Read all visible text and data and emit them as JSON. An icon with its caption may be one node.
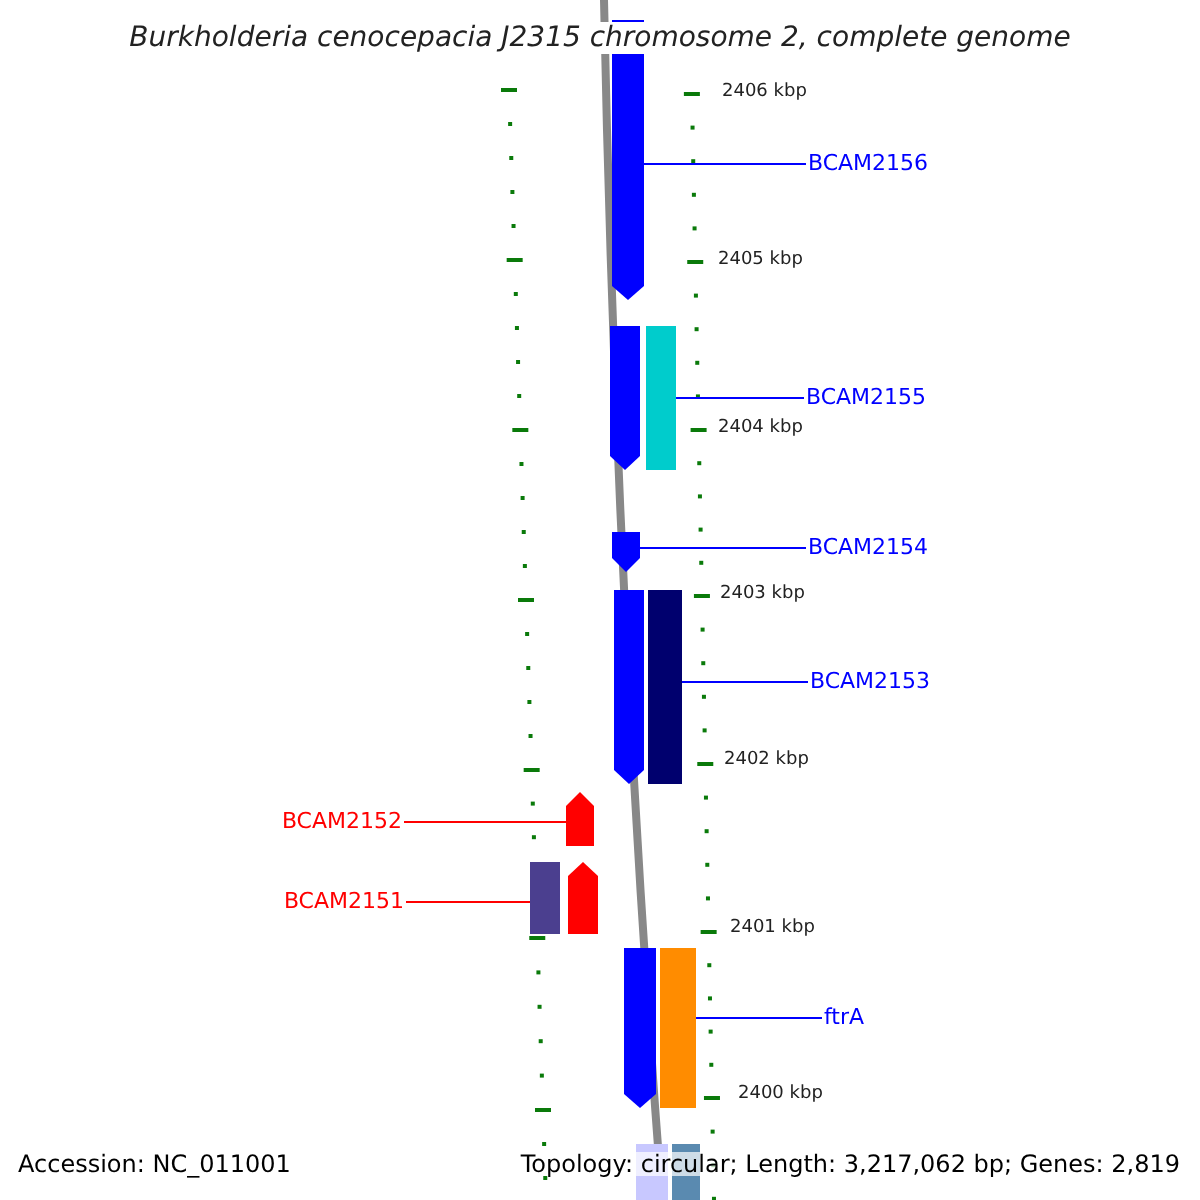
{
  "diagram": {
    "title": "Burkholderia cenocepacia J2315 chromosome 2, complete genome",
    "nodes": [
      {
        "text": [
          "BCAM2156"
        ]
      },
      {
        "text": [
          "BCAM2155"
        ]
      },
      {
        "text": [
          "BCAM2154"
        ]
      },
      {
        "text": [
          "BCAM2153"
        ]
      },
      {
        "text": [
          "BCAM2152"
        ]
      },
      {
        "text": [
          "BCAM2151"
        ]
      },
      {
        "text": [
          "ftrA"
        ]
      },
      {
        "text": [],
        "shape": "bar"
      },
      {
        "text": [],
        "shape": "bar"
      },
      {
        "text": [],
        "shape": "bar"
      },
      {
        "text": [],
        "shape": "bar"
      },
      {
        "text": [],
        "shape": "bar"
      },
      {
        "text": [],
        "shape": "bar"
      },
      {
        "text": [],
        "shape": "bar"
      },
      {
        "text": [],
        "shape": "bar"
      },
      {
        "text": [],
        "shape": "bar"
      },
      {
        "text": [],
        "shape": "bar"
      },
      {
        "text": [],
        "shape": "bar"
      },
      {
        "text": [],
        "shape": "bar"
      },
      {
        "text": [],
        "shape": "bar"
      }
    ],
    "edges": [
      {
        "from": 0,
        "to": 7,
        "arrow": "none"
      },
      {
        "from": 1,
        "to": 9,
        "arrow": "none"
      },
      {
        "from": 2,
        "to": 10,
        "arrow": "none"
      },
      {
        "from": 3,
        "to": 12,
        "arrow": "none"
      },
      {
        "from": 4,
        "to": 13,
        "arrow": "none",
        "color": "#ff0000"
      },
      {
        "from": 5,
        "to": 14,
        "arrow": "none",
        "color": "#ff0000"
      },
      {
        "from": 6,
        "to": 17,
        "arrow": "none"
      }
    ],
    "labels": [
      "2406 kbp",
      "2405 kbp",
      "2404 kbp",
      "2403 kbp",
      "2402 kbp",
      "2401 kbp",
      "2400 kbp",
      "Accession: NC_011001",
      "Topology: circular; Length: 3,217,062 bp; Genes: 2,819"
    ]
  }
}
